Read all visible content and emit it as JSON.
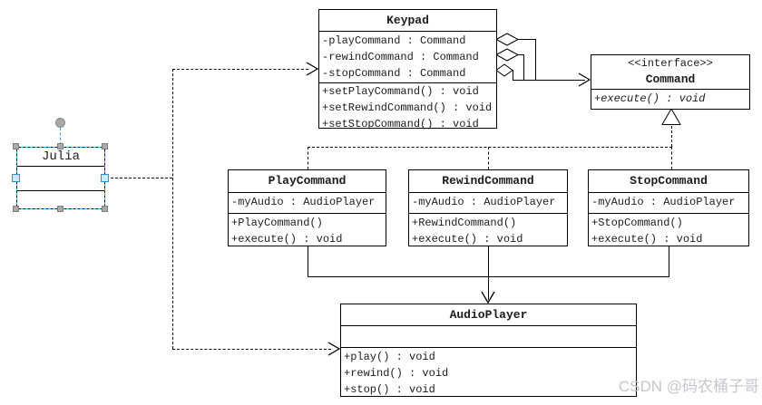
{
  "classes": {
    "keypad": {
      "title": "Keypad",
      "attributes": [
        "-playCommand : Command",
        "-rewindCommand : Command",
        "-stopCommand : Command"
      ],
      "methods": [
        "+setPlayCommand() : void",
        "+setRewindCommand() : void",
        "+setStopCommand() : void"
      ]
    },
    "command": {
      "stereotype": "<<interface>>",
      "title": "Command",
      "methods": [
        "+execute() : void"
      ]
    },
    "play": {
      "title": "PlayCommand",
      "attributes": [
        "-myAudio : AudioPlayer"
      ],
      "methods": [
        "+PlayCommand()",
        "+execute() : void"
      ]
    },
    "rewind": {
      "title": "RewindCommand",
      "attributes": [
        "-myAudio : AudioPlayer"
      ],
      "methods": [
        "+RewindCommand()",
        "+execute() : void"
      ]
    },
    "stop": {
      "title": "StopCommand",
      "attributes": [
        "-myAudio : AudioPlayer"
      ],
      "methods": [
        "+StopCommand()",
        "+execute() : void"
      ]
    },
    "audio": {
      "title": "AudioPlayer",
      "methods": [
        "+play() : void",
        "+rewind() : void",
        "+stop() : void"
      ]
    },
    "julia": {
      "title": "Julia"
    }
  },
  "watermark": {
    "text": "CSDN @码农桶子哥"
  },
  "colors": {
    "line": "#000000",
    "selection_blue": "#29a7e1",
    "handle_gray": "#a9a9a9",
    "blue_handle_fill": "#cde8f8",
    "watermark_gray": "#c9c5cc"
  }
}
